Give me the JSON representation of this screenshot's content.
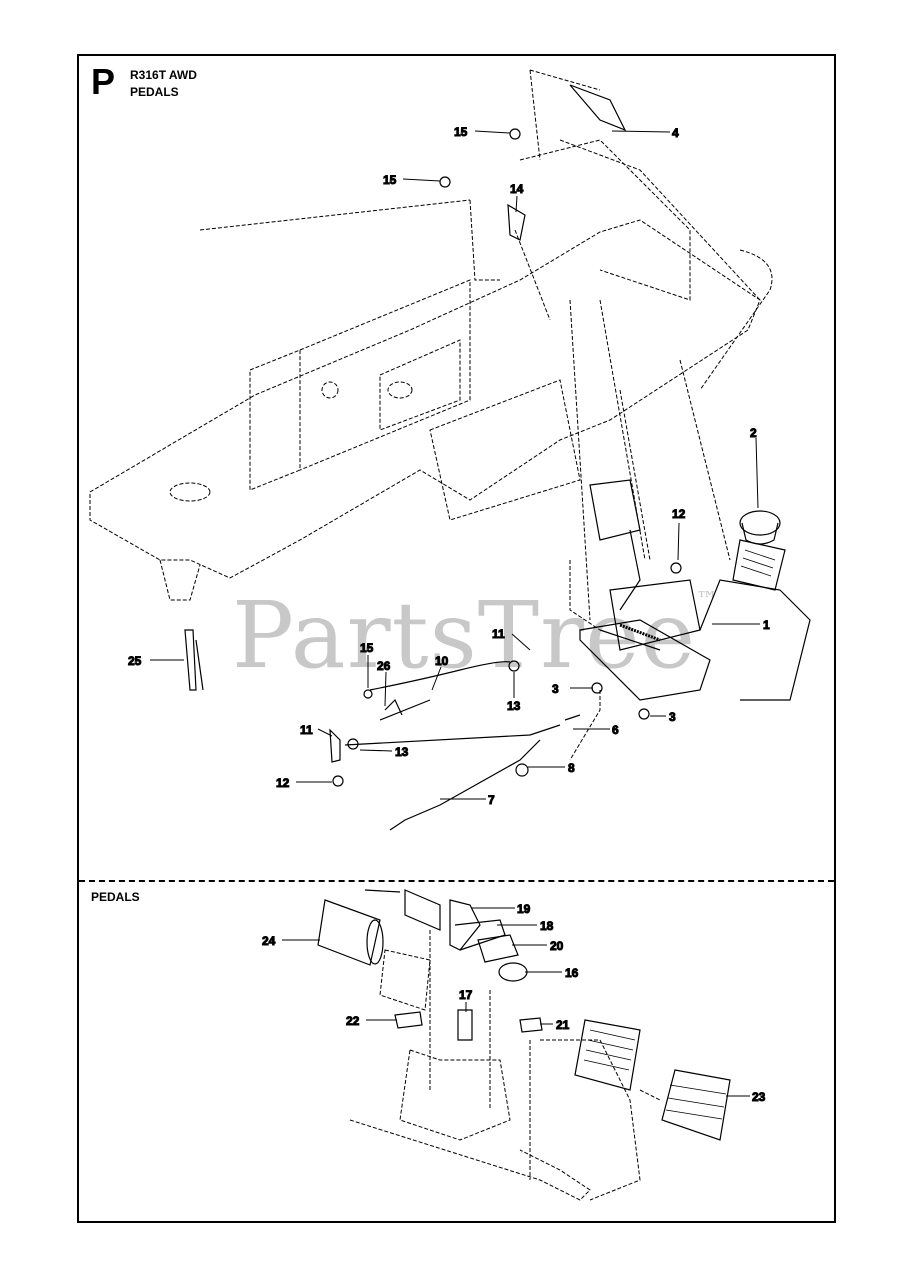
{
  "header": {
    "section_letter": "P",
    "model": "R316T AWD",
    "title": "PEDALS"
  },
  "detail_view": {
    "title": "PEDALS"
  },
  "watermark": {
    "text": "PartsTree",
    "mark": "™"
  },
  "callouts_main": [
    {
      "label": "4"
    },
    {
      "label": "15"
    },
    {
      "label": "15"
    },
    {
      "label": "14"
    },
    {
      "label": "2"
    },
    {
      "label": "12"
    },
    {
      "label": "1"
    },
    {
      "label": "25"
    },
    {
      "label": "15"
    },
    {
      "label": "26"
    },
    {
      "label": "10"
    },
    {
      "label": "11"
    },
    {
      "label": "13"
    },
    {
      "label": "3"
    },
    {
      "label": "3"
    },
    {
      "label": "11"
    },
    {
      "label": "13"
    },
    {
      "label": "6"
    },
    {
      "label": "12"
    },
    {
      "label": "8"
    },
    {
      "label": "7"
    }
  ],
  "callouts_detail": [
    {
      "label": "19"
    },
    {
      "label": "18"
    },
    {
      "label": "24"
    },
    {
      "label": "20"
    },
    {
      "label": "16"
    },
    {
      "label": "17"
    },
    {
      "label": "22"
    },
    {
      "label": "21"
    },
    {
      "label": "23"
    }
  ],
  "colors": {
    "line": "#000000",
    "watermark": "#c8c8c8"
  }
}
